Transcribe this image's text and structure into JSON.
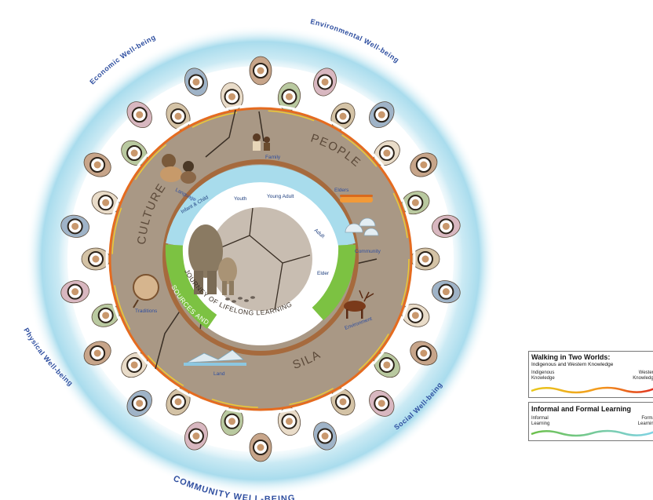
{
  "outer_labels": {
    "economic": "Economic Well-being",
    "environmental": "Environmental Well-being",
    "physical": "Physical Well-being",
    "social": "Social Well-being",
    "community": "COMMUNITY WELL-BEING"
  },
  "sectors": {
    "culture": "CULTURE",
    "people": "PEOPLE",
    "sila": "SILA"
  },
  "knowledge_items": {
    "family": "Family",
    "language": "Language",
    "elders": "Elders",
    "community": "Community",
    "traditions": "Traditions",
    "environment": "Environment",
    "land": "Land"
  },
  "stages": {
    "infant": "Infant & Child",
    "youth": "Youth",
    "young_adult": "Young Adult",
    "adult": "Adult",
    "elder": "Elder"
  },
  "arc_texts": {
    "journey": "JOURNEY OF LIFELONG LEARNING",
    "sources": "SOURCES AND DOMAINS OF KNOWLEDGE"
  },
  "legend": {
    "box1": {
      "title": "Walking in Two Worlds:",
      "subtitle": "Indigenous and Western Knowledge",
      "left_label": "Indigenous Knowledge",
      "right_label": "Western Knowledge"
    },
    "box2": {
      "title": "Informal and Formal Learning",
      "left_label": "Informal Learning",
      "right_label": "Formal Learning"
    }
  },
  "colors": {
    "ice": "#bfe6f2",
    "ring_band": "#b7a18c",
    "earth": "#a99885",
    "sources_ring": "#a66a3d",
    "journey_green": "#7cc242",
    "journey_blue": "#a8dcec",
    "parka": "#d4c3a6",
    "label_blue": "#2f4fa0"
  }
}
